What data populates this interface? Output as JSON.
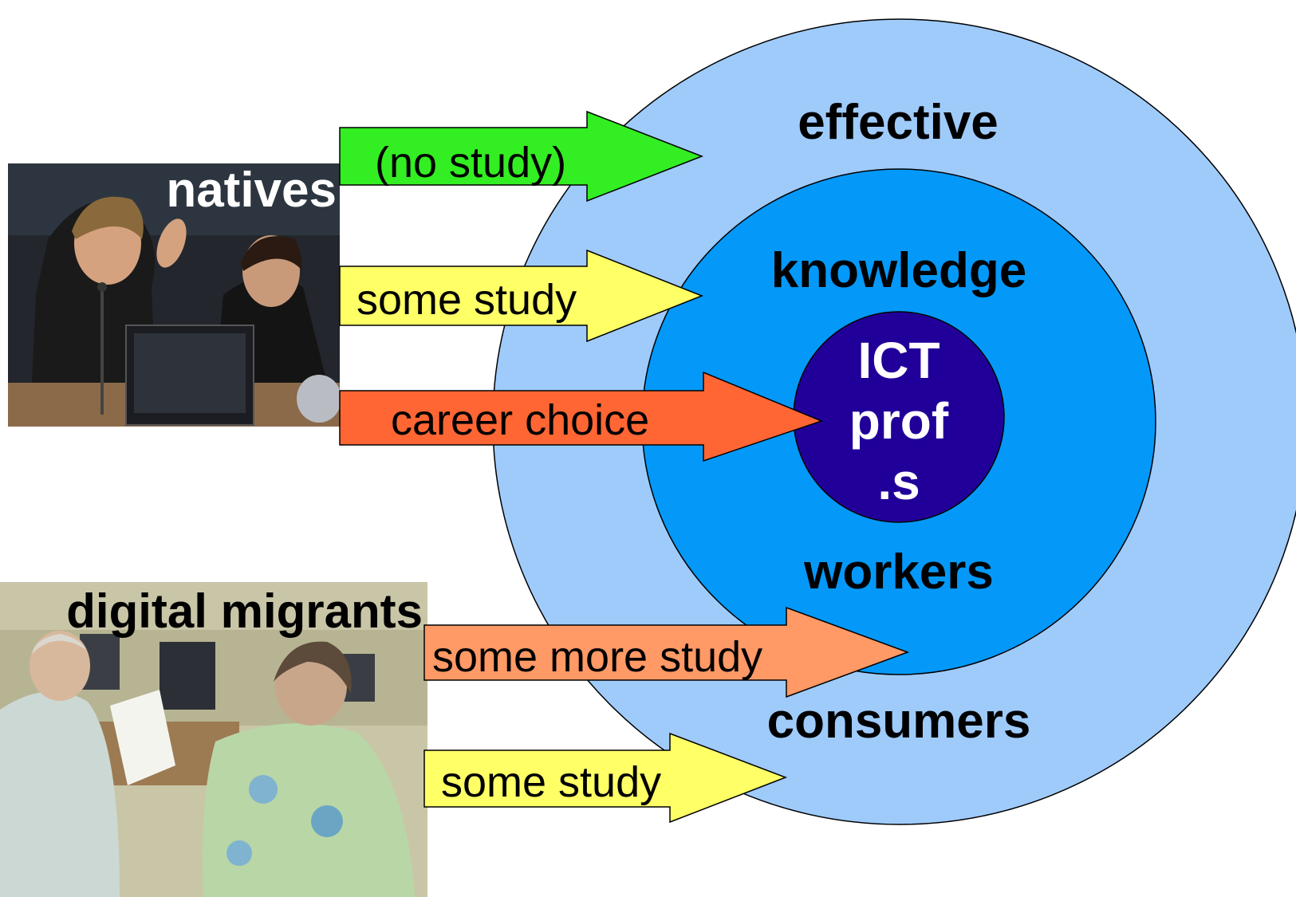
{
  "colors": {
    "outer_ring": "#9fcbfb",
    "middle_ring": "#0499f9",
    "core": "#21009a",
    "arrow_green": "#33ee22",
    "arrow_yellow": "#ffff66",
    "arrow_red": "#ff6633",
    "arrow_salmon": "#ff9966"
  },
  "photos": {
    "natives": {
      "label": "natives",
      "icon": "teen-boys-at-computer-photo"
    },
    "migrants": {
      "label": "digital migrants",
      "icon": "seniors-at-computers-photo"
    }
  },
  "rings": {
    "outer_top": "effective",
    "outer_bottom": "consumers",
    "middle_top": "knowledge",
    "middle_bottom": "workers",
    "core_lines": [
      "ICT",
      "prof",
      ".s"
    ]
  },
  "arrows": {
    "no_study": "(no study)",
    "some_study_natives": "some study",
    "career_choice": "career choice",
    "some_more_study": "some more study",
    "some_study_migrants": "some study"
  }
}
